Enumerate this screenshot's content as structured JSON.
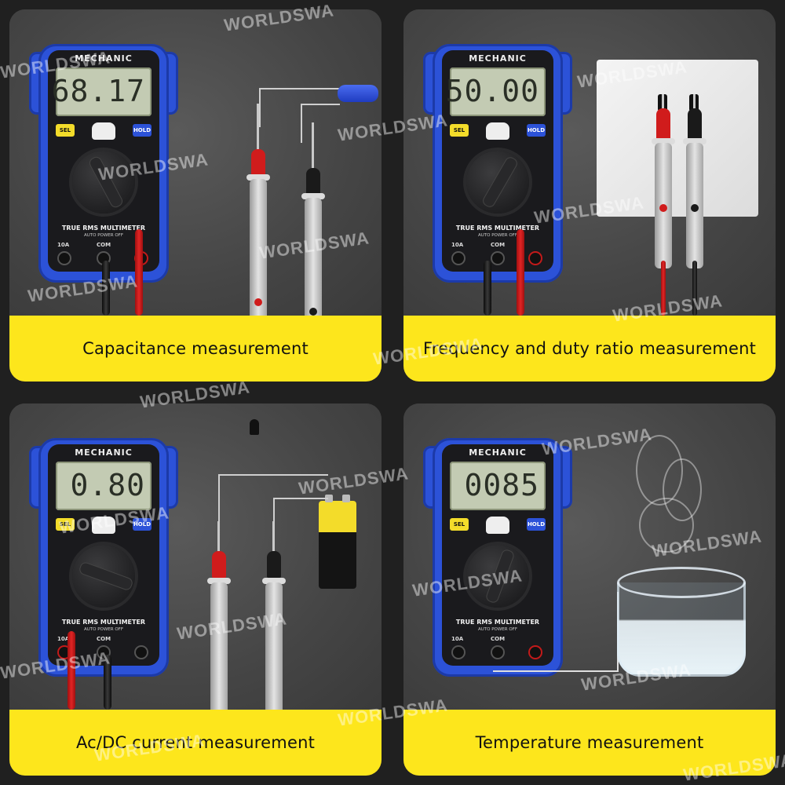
{
  "watermark": "WORLDSWA",
  "meter": {
    "brand": "MECHANIC",
    "sel_label": "SEL",
    "hold_label": "HOLD",
    "model_label": "TRUE RMS MULTIMETER",
    "sub_label": "AUTO POWER OFF",
    "jack_10a": "10A",
    "jack_com": "COM"
  },
  "panels": [
    {
      "caption": "Capacitance measurement",
      "reading": "68.17"
    },
    {
      "caption": "Frequency and duty ratio measurement",
      "reading": "50.00"
    },
    {
      "caption": "Ac/DC current measurement",
      "reading": "0.80"
    },
    {
      "caption": "Temperature measurement",
      "reading": "0085"
    }
  ],
  "colors": {
    "band": "#fde61c",
    "meter_blue": "#2c52d8",
    "probe_red": "#d01c1c",
    "lcd": "#c3cbb3"
  }
}
